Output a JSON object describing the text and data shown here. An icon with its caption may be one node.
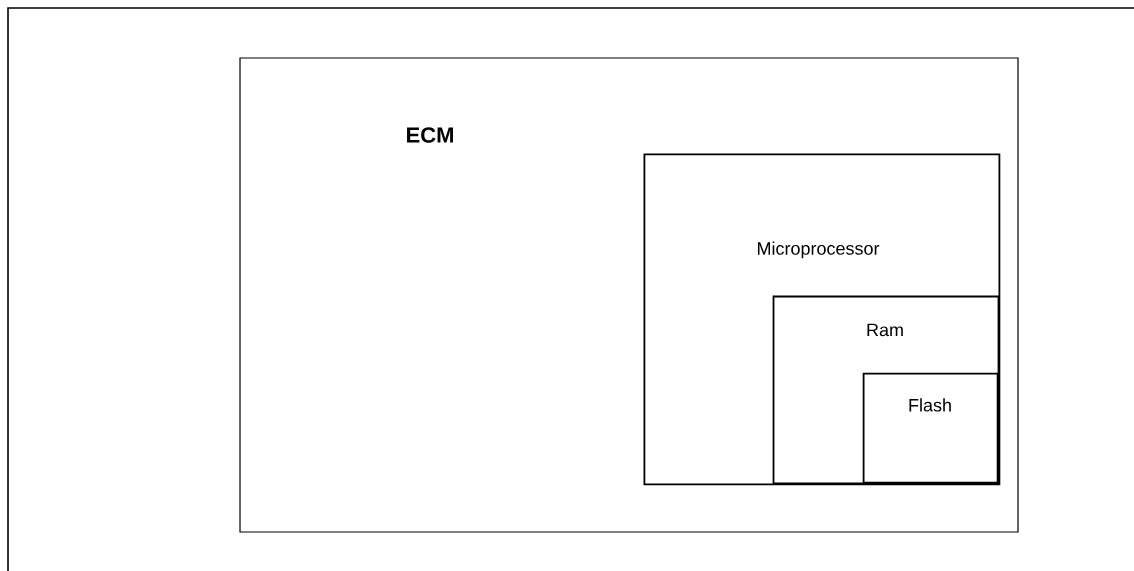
{
  "diagram": {
    "nodes": [
      {
        "text": [
          "ECM"
        ]
      },
      {
        "text": [
          "Microprocessor"
        ],
        "in": 0
      },
      {
        "text": [
          "Ram"
        ],
        "in": 1
      },
      {
        "text": [
          "Flash"
        ],
        "in": 2
      }
    ]
  }
}
